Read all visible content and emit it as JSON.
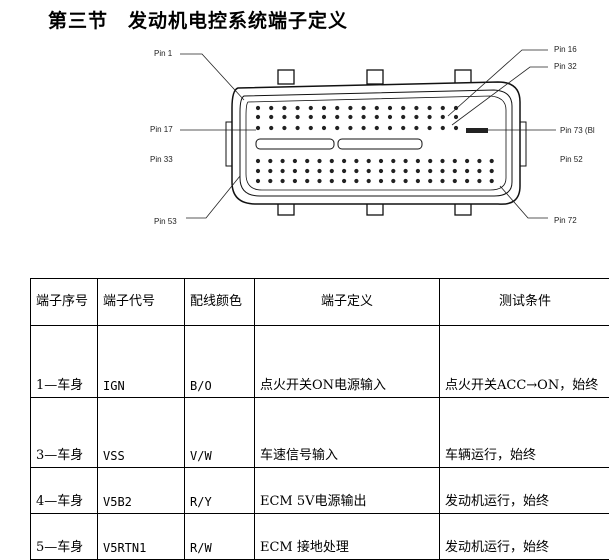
{
  "page_title": "第三节　发动机电控系统端子定义",
  "connector": {
    "labels": {
      "pin1": "Pin 1",
      "pin16": "Pin 16",
      "pin32": "Pin 32",
      "pin17": "Pin 17",
      "pin73": "Pin 73 (Bl",
      "pin33": "Pin 33",
      "pin52": "Pin 52",
      "pin53": "Pin 53",
      "pin72": "Pin 72"
    }
  },
  "table": {
    "headers": [
      "端子序号",
      "端子代号",
      "配线颜色",
      "端子定义",
      "测试条件"
    ],
    "rows": [
      [
        "1—车身",
        "IGN",
        "B/O",
        "点火开关ON电源输入",
        "点火开关ACC→ON，始终"
      ],
      [
        "3—车身",
        "VSS",
        "V/W",
        "车速信号输入",
        "车辆运行，始终"
      ],
      [
        "4—车身",
        "V5B2",
        "R/Y",
        "ECM 5V电源输出",
        "发动机运行，始终"
      ],
      [
        "5—车身",
        "V5RTN1",
        "R/W",
        "ECM 接地处理",
        "发动机运行，始终"
      ]
    ]
  }
}
